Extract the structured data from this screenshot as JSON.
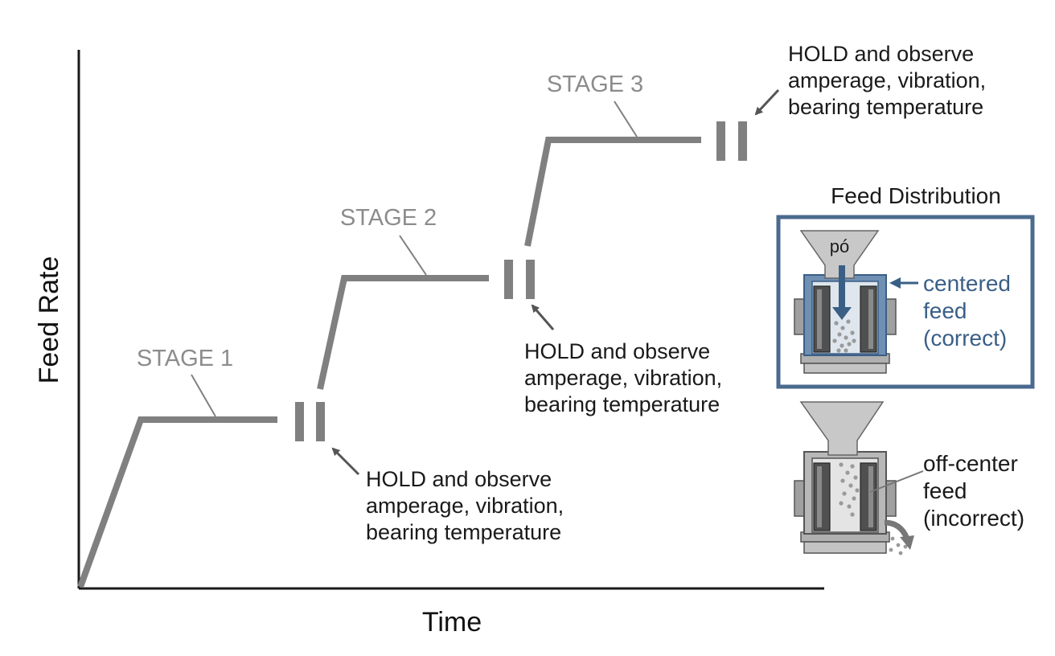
{
  "diagram": {
    "x_axis_label": "Time",
    "y_axis_label": "Feed Rate",
    "stages": [
      {
        "label": "STAGE 1",
        "hold_note": [
          "HOLD and observe",
          "amperage, vibration,",
          "bearing temperature"
        ]
      },
      {
        "label": "STAGE 2",
        "hold_note": [
          "HOLD and observe",
          "amperage, vibration,",
          "bearing temperature"
        ]
      },
      {
        "label": "STAGE 3",
        "hold_note": [
          "HOLD and observe",
          "amperage, vibration,",
          "bearing temperature"
        ]
      }
    ],
    "colors": {
      "line": "#808080",
      "axis": "#1a1a1a",
      "stage_label": "#8c8c8c",
      "panel_border": "#4a6a8e",
      "correct_accent": "#3a5f86",
      "machine_body": "#a8a8a8",
      "machine_dark": "#6e6e6e"
    }
  },
  "feed_distribution": {
    "title": "Feed Distribution",
    "material_label": "pó",
    "correct": [
      "centered",
      "feed",
      "(correct)"
    ],
    "incorrect": [
      "off-center",
      "feed",
      "(incorrect)"
    ]
  }
}
